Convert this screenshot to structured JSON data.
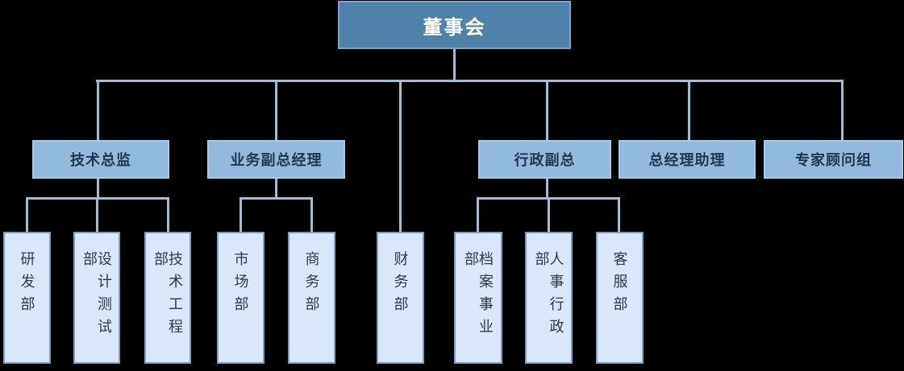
{
  "org": {
    "root": {
      "label": "董事会"
    },
    "managers": [
      {
        "label": "技术总监"
      },
      {
        "label": "业务副总经理"
      },
      {
        "label": "行政副总"
      },
      {
        "label": "总经理助理"
      },
      {
        "label": "专家顾问组"
      }
    ],
    "departments": [
      {
        "label": "研发部",
        "parent": "技术总监"
      },
      {
        "label": "设计测试部",
        "parent": "技术总监"
      },
      {
        "label": "技术工程部",
        "parent": "技术总监"
      },
      {
        "label": "市场部",
        "parent": "业务副总经理"
      },
      {
        "label": "商务部",
        "parent": "业务副总经理"
      },
      {
        "label": "财务部",
        "parent": "董事会"
      },
      {
        "label": "档案事业部",
        "parent": "行政副总"
      },
      {
        "label": "人事行政部",
        "parent": "行政副总"
      },
      {
        "label": "客服部",
        "parent": "行政副总"
      }
    ]
  },
  "colors": {
    "bg": "#000000",
    "line": "#a2bdd3",
    "root-fill": "#4e82ab",
    "root-border": "#7ba6c9",
    "root-text": "#ffffff",
    "l2-fill": "#92b9de",
    "l2-border": "#a9c9e6",
    "l2-text": "#1f3850",
    "l3-fill": "#d9e7f8",
    "l3-border": "#7e9ec2",
    "l3-text": "#2f3b49"
  }
}
